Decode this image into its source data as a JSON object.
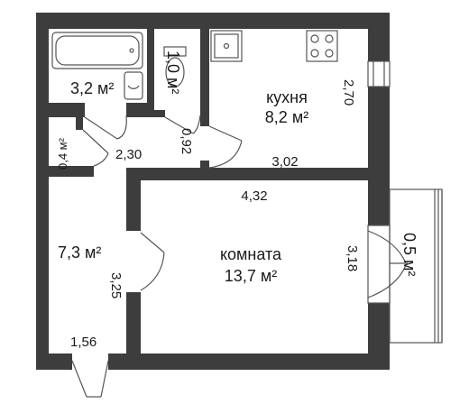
{
  "plan": {
    "rooms": {
      "bathroom": {
        "area": "3,2 м²"
      },
      "toilet": {
        "area": "1,0 м²"
      },
      "kitchen": {
        "name": "кухня",
        "area": "8,2 м²"
      },
      "closet": {
        "area": "0,4 м²"
      },
      "hall": {
        "area": "7,3 м²"
      },
      "living_room": {
        "name": "комната",
        "area": "13,7 м²"
      },
      "balcony": {
        "area": "0,5 м²"
      }
    },
    "dimensions": {
      "kitchen_height": "2,70",
      "toilet_width": "0,92",
      "closet_to_hall": "2,30",
      "kitchen_width": "3,02",
      "room_width": "4,32",
      "room_height": "3,18",
      "hall_height": "3,25",
      "entry_width": "1,56"
    }
  }
}
